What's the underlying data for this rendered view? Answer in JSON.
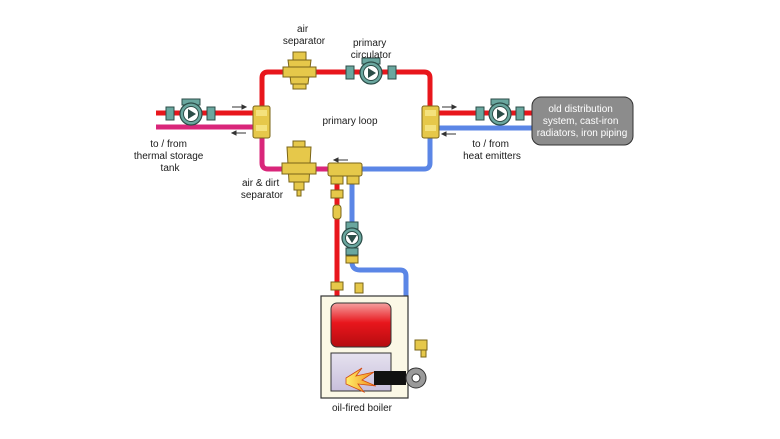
{
  "labels": {
    "air_separator": [
      "air",
      "separator"
    ],
    "primary_circulator": [
      "primary",
      "circulator"
    ],
    "primary_loop": "primary loop",
    "storage": [
      "to / from",
      "thermal storage",
      "tank"
    ],
    "air_dirt_separator": [
      "air & dirt",
      "separator"
    ],
    "heat_emitters": [
      "to / from",
      "heat emitters"
    ],
    "old_system": [
      "old distribution",
      "system, cast-iron",
      "radiators, iron piping"
    ],
    "boiler": "oil-fired boiler"
  },
  "colors": {
    "supply_hot": "#e8161c",
    "return_cool": "#5b86e6",
    "mixed": "#d9267a",
    "brass": "#e6c84a",
    "pump_body": "#6aa79f",
    "box_gray": "#8c8c8c"
  }
}
